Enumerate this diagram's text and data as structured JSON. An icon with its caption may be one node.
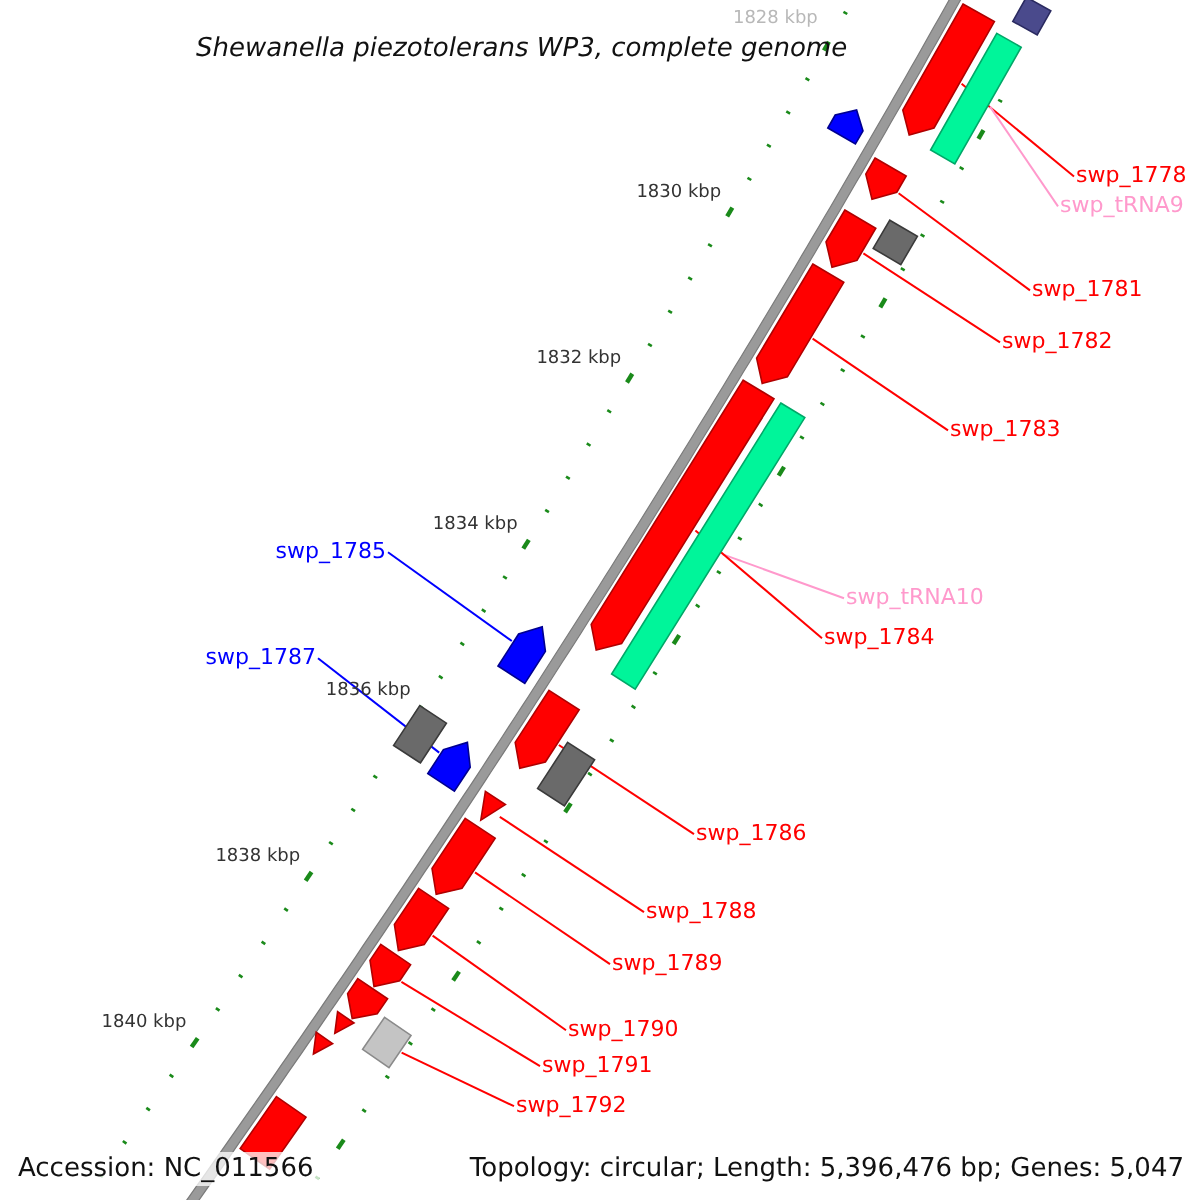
{
  "diagram": {
    "title": "Shewanella piezotolerans WP3, complete genome",
    "nodes": [
      {
        "text": [
          "swp_1778"
        ]
      },
      {
        "text": [
          "swp_tRNA9"
        ]
      },
      {
        "text": [
          "swp_1781"
        ]
      },
      {
        "text": [
          "swp_1782"
        ]
      },
      {
        "text": [
          "swp_1783"
        ]
      },
      {
        "text": [
          "swp_1785"
        ]
      },
      {
        "text": [
          "swp_tRNA10"
        ]
      },
      {
        "text": [
          "swp_1784"
        ]
      },
      {
        "text": [
          "swp_1787"
        ]
      },
      {
        "text": [
          "swp_1786"
        ]
      },
      {
        "text": [
          "swp_1788"
        ]
      },
      {
        "text": [
          "swp_1789"
        ]
      },
      {
        "text": [
          "swp_1790"
        ]
      },
      {
        "text": [
          "swp_1791"
        ]
      },
      {
        "text": [
          "swp_1792"
        ]
      },
      {
        "text": [],
        "shape": "pentagon"
      },
      {
        "text": [],
        "shape": "bar"
      },
      {
        "text": [],
        "shape": "pentagon"
      },
      {
        "text": [],
        "shape": "pentagon"
      },
      {
        "text": [],
        "shape": "pentagon"
      },
      {
        "text": [],
        "shape": "pentagon"
      },
      {
        "text": [],
        "shape": "bar"
      },
      {
        "text": [],
        "shape": "pentagon"
      },
      {
        "text": [],
        "shape": "pentagon"
      },
      {
        "text": [],
        "shape": "pentagon"
      },
      {
        "text": [],
        "shape": "triangle"
      },
      {
        "text": [],
        "shape": "pentagon"
      },
      {
        "text": [],
        "shape": "pentagon"
      },
      {
        "text": [],
        "shape": "pentagon"
      },
      {
        "text": [],
        "shape": "box"
      },
      {
        "text": [],
        "shape": "box"
      },
      {
        "text": [],
        "shape": "pentagon"
      },
      {
        "text": [],
        "shape": "box"
      },
      {
        "text": [],
        "shape": "box"
      },
      {
        "text": [],
        "shape": "box"
      },
      {
        "text": [],
        "shape": "pentagon"
      },
      {
        "text": [],
        "shape": "triangle"
      },
      {
        "text": [],
        "shape": "triangle"
      },
      {
        "text": [],
        "shape": "pentagon"
      }
    ],
    "edges": [
      {
        "from": 0,
        "to": 15,
        "arrow": "none"
      },
      {
        "from": 1,
        "to": 16,
        "arrow": "none",
        "color": "#ff99cc"
      },
      {
        "from": 2,
        "to": 17,
        "arrow": "none"
      },
      {
        "from": 3,
        "to": 18,
        "arrow": "none"
      },
      {
        "from": 4,
        "to": 19,
        "arrow": "none"
      },
      {
        "from": 5,
        "to": 20,
        "arrow": "none",
        "color": "#0000ff"
      },
      {
        "from": 6,
        "to": 21,
        "arrow": "none",
        "color": "#ff99cc"
      },
      {
        "from": 7,
        "to": 22,
        "arrow": "none"
      },
      {
        "from": 8,
        "to": 23,
        "arrow": "none",
        "color": "#0000ff"
      },
      {
        "from": 9,
        "to": 24,
        "arrow": "none"
      },
      {
        "from": 10,
        "to": 25,
        "arrow": "none"
      },
      {
        "from": 11,
        "to": 26,
        "arrow": "none"
      },
      {
        "from": 12,
        "to": 27,
        "arrow": "none"
      },
      {
        "from": 13,
        "to": 28,
        "arrow": "none"
      },
      {
        "from": 14,
        "to": 29,
        "arrow": "none"
      }
    ],
    "labels": [
      "1828 kbp",
      "1830 kbp",
      "1832 kbp",
      "1834 kbp",
      "1836 kbp",
      "1838 kbp",
      "1840 kbp",
      "Accession: NC_011566",
      "Topology: circular; Length: 5,396,476 bp; Genes: 5,047"
    ]
  }
}
